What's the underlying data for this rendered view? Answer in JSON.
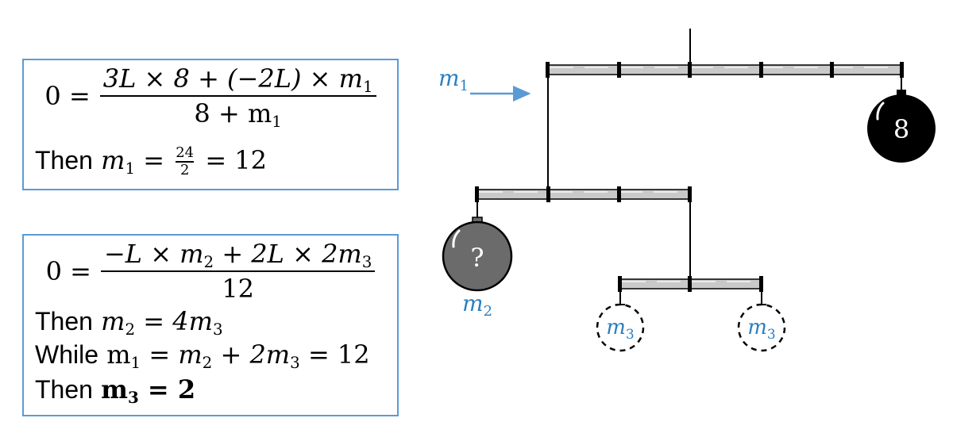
{
  "box1": {
    "lhs": "0 =",
    "numerator": "3L × 8 + (−2L) × m",
    "numerator_sub": "1",
    "denominator": "8 + m",
    "denominator_sub": "1",
    "then_word": "Then",
    "then_var": "m",
    "then_var_sub": "1",
    "then_eq": "=",
    "frac_num": "24",
    "frac_den": "2",
    "then_result": "= 12"
  },
  "box2": {
    "lhs": "0 =",
    "numerator": "−L × m",
    "numerator_sub": "2",
    "numerator_rest": " + 2L × 2m",
    "numerator_rest_sub": "3",
    "denominator": "12",
    "line1_word": "Then",
    "line1_a": "m",
    "line1_a_sub": "2",
    "line1_b": " = 4m",
    "line1_b_sub": "3",
    "line2_word": "While",
    "line2_a": "m",
    "line2_a_sub": "1",
    "line2_b": " = m",
    "line2_b_sub": "2",
    "line2_c": " + 2m",
    "line2_c_sub": "3",
    "line2_d": " = 12",
    "line3_word": "Then",
    "line3_a": "m",
    "line3_a_sub": "3",
    "line3_b": " = 2"
  },
  "diagram": {
    "label_m1": "m",
    "label_m1_sub": "1",
    "label_m2": "m",
    "label_m2_sub": "2",
    "label_m3_left": "m",
    "label_m3_left_sub": "3",
    "label_m3_right": "m",
    "label_m3_right_sub": "3",
    "weight_known": "8",
    "weight_unknown": "?",
    "colors": {
      "label": "#2a7fc1",
      "box_border": "#5b9bd5",
      "arrow": "#5b9bd5",
      "weight_dark": "#000000",
      "weight_gray": "#6b6b6b",
      "rod_fill": "#c9c9c9"
    },
    "icons": [
      "arrow-right-icon",
      "weight-icon",
      "dashed-circle-icon"
    ]
  }
}
